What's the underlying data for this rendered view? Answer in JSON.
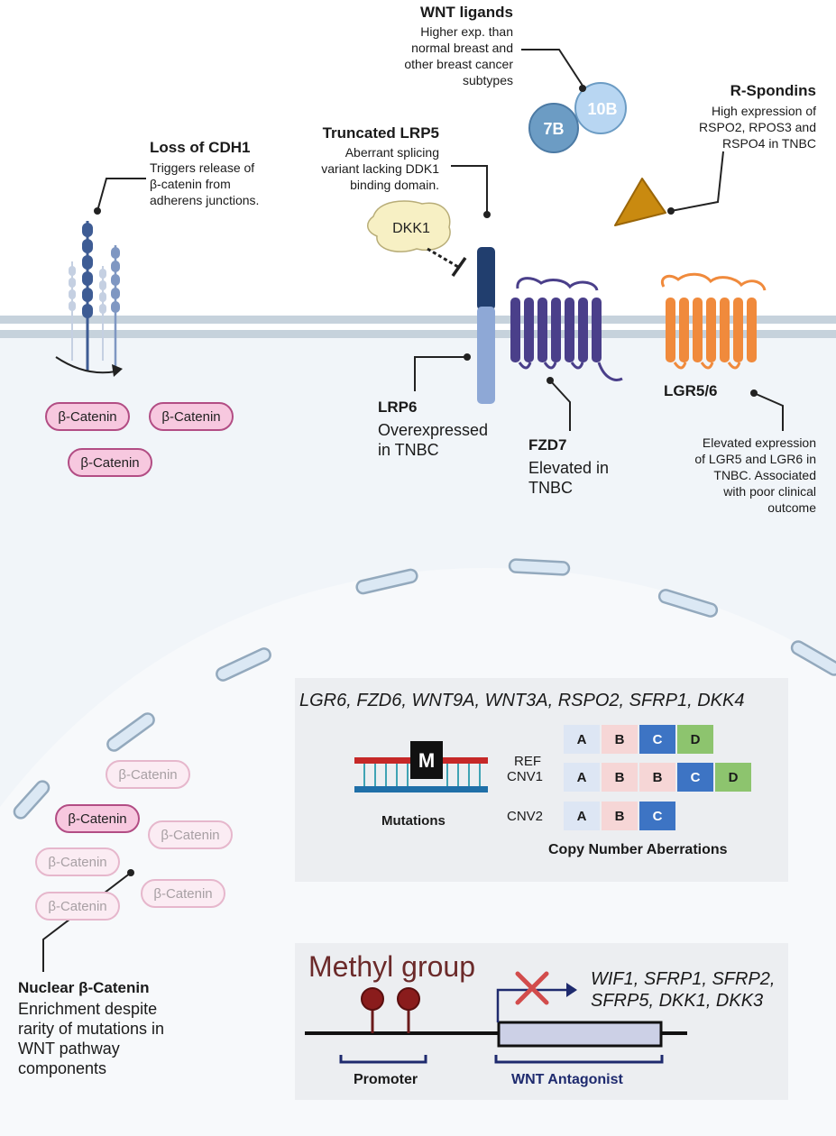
{
  "wnt": {
    "title": "WNT ligands",
    "desc": [
      "Higher exp. than",
      "normal breast and",
      "other breast cancer",
      "subtypes"
    ],
    "ligands": [
      "7B",
      "10B"
    ]
  },
  "rspo": {
    "title": "R-Spondins",
    "desc": [
      "High expression of",
      "RSPO2, RPOS3 and",
      "RSPO4 in TNBC"
    ]
  },
  "cdh1": {
    "title": "Loss of CDH1",
    "desc": [
      "Triggers release of",
      "β-catenin from",
      "adherens junctions."
    ]
  },
  "lrp5": {
    "title": "Truncated LRP5",
    "desc": [
      "Aberrant splicing",
      "variant lacking DDK1",
      "binding domain."
    ]
  },
  "dkk1": "DKK1",
  "lrp6": {
    "title": "LRP6",
    "desc": [
      "Overexpressed",
      "in TNBC"
    ]
  },
  "fzd7": {
    "title": "FZD7",
    "desc": [
      "Elevated in",
      "TNBC"
    ]
  },
  "lgr": {
    "title": "LGR5/6",
    "desc": [
      "Elevated expression",
      "of LGR5 and LGR6 in",
      "TNBC. Associated",
      "with poor clinical",
      "outcome"
    ]
  },
  "catenin": "β-Catenin",
  "nuclear": {
    "title": "Nuclear β-Catenin",
    "desc": [
      "Enrichment despite",
      "rarity of mutations in",
      "WNT pathway",
      "components"
    ]
  },
  "genes_top": "LGR6, FZD6, WNT9A, WNT3A, RSPO2, SFRP1, DKK4",
  "mutation": {
    "badge": "M",
    "label": "Mutations"
  },
  "cnv": {
    "rows": [
      {
        "label": "REF",
        "boxes": [
          "A",
          "B",
          "C",
          "D"
        ]
      },
      {
        "label": "CNV1",
        "boxes": [
          "A",
          "B",
          "B",
          "C",
          "D"
        ]
      },
      {
        "label": "CNV2",
        "boxes": [
          "A",
          "B",
          "C"
        ]
      }
    ],
    "caption": "Copy Number Aberrations"
  },
  "methyl": {
    "title": "Methyl group",
    "genes": [
      "WIF1, SFRP1, SFRP2,",
      "SFRP5, DKK1, DKK3"
    ],
    "promoter": "Promoter",
    "antagonist": "WNT Antagonist"
  },
  "colors": {
    "membrane": "#c6d2dc",
    "nucleus_env": "#b9d3ea",
    "cadherin": "#3e5c94",
    "lrp": "#8ea8d6",
    "fzd": "#4a3f8a",
    "lgr": "#f08a3c",
    "rspo": "#c98a10",
    "catenin_fill": "#f7c8df",
    "catenin_stroke": "#b24d84",
    "dkk1": "#f7f0c4",
    "ligand_7b": "#6c9cc4",
    "ligand_10b": "#b8d6f2",
    "methyl": "#8a1c1c",
    "box_a": "#dde6f4",
    "box_b": "#f6d6d6",
    "box_c": "#3d74c4",
    "box_d": "#8dc46e"
  }
}
